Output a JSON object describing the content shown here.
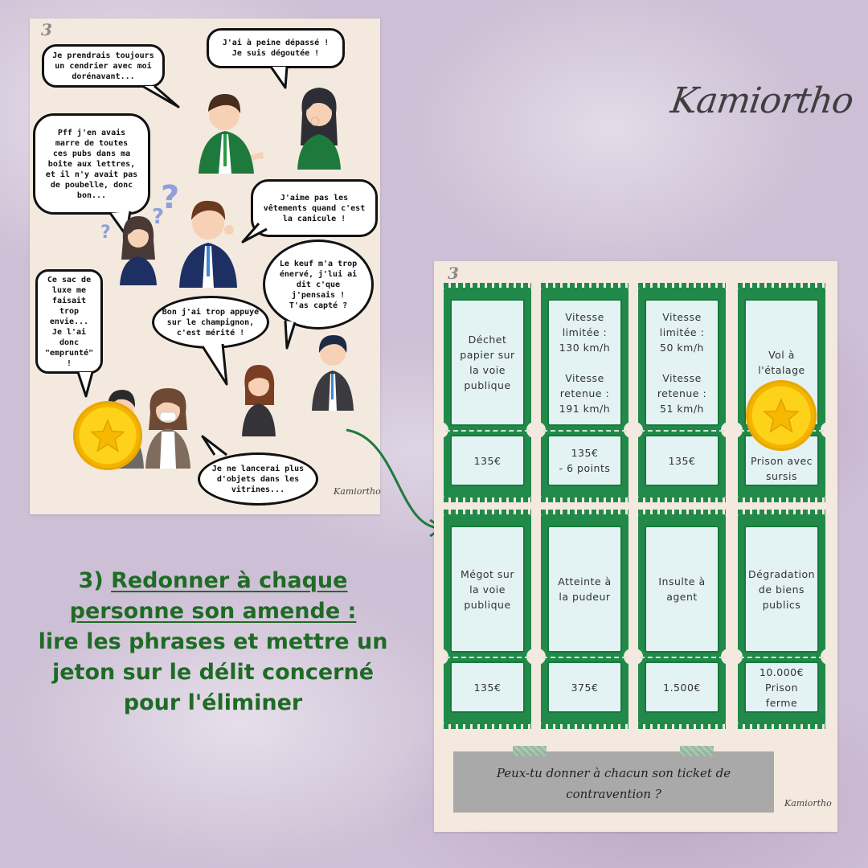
{
  "brand": "Kamiortho",
  "sheet1": {
    "page_number": "3",
    "signature": "Kamiortho",
    "bubbles": [
      {
        "id": "ashtray",
        "text": "Je prendrais toujours\nun cendrier avec moi\ndorénavant..."
      },
      {
        "id": "overtook",
        "text": "J'ai à peine dépassé !\nJe suis dégoutée !"
      },
      {
        "id": "ads",
        "text": "Pff j'en avais\nmarre de toutes\nces pubs dans ma\nboîte aux lettres,\net il n'y avait pas\nde poubelle, donc\nbon..."
      },
      {
        "id": "clothes",
        "text": "J'aime pas les\nvêtements quand c'est\nla canicule !"
      },
      {
        "id": "cop",
        "text": "Le keuf m'a trop\nénervé, j'lui ai\ndit c'que\nj'pensais !\nT'as capté ?"
      },
      {
        "id": "bag",
        "text": "Ce sac de\nluxe me\nfaisait trop\nenvie...\nJe l'ai donc\n\"emprunté\"\n!"
      },
      {
        "id": "speed",
        "text": "Bon j'ai trop appuyé\nsur le champignon,\nc'est mérité !"
      },
      {
        "id": "windows",
        "text": "Je ne lancerai plus\nd'objets dans les\nvitrines..."
      }
    ],
    "question_marks": [
      "?",
      "?",
      "?"
    ]
  },
  "caption": {
    "number": "3)",
    "underlined_line1": "Redonner à chaque",
    "underlined_line2": "personne son amende :",
    "rest": "lire les phrases et mettre un jeton sur le délit concerné pour l'éliminer"
  },
  "sheet2": {
    "page_number": "3",
    "signature": "Kamiortho",
    "tickets": [
      {
        "offense": "Déchet\npapier sur\nla voie\npublique",
        "fine": "135€"
      },
      {
        "offense": "Vitesse\nlimitée :\n130 km/h\n\nVitesse\nretenue :\n191 km/h",
        "fine": "135€\n- 6 points"
      },
      {
        "offense": "Vitesse\nlimitée :\n50 km/h\n\nVitesse\nretenue :\n51 km/h",
        "fine": "135€"
      },
      {
        "offense": "Vol à\nl'étalage",
        "fine": "...€\nPrison avec\nsursis"
      },
      {
        "offense": "Mégot sur\nla voie\npublique",
        "fine": "135€"
      },
      {
        "offense": "Atteinte à\nla pudeur",
        "fine": "375€"
      },
      {
        "offense": "Insulte à\nagent",
        "fine": "1.500€"
      },
      {
        "offense": "Dégradation\nde biens\npublics",
        "fine": "10.000€\nPrison\nferme"
      }
    ],
    "note": "Peux-tu donner à chacun son ticket de\ncontravention ?"
  },
  "colors": {
    "green_text": "#1f6b25",
    "ticket_green": "#218a4a",
    "coin": "#ffd21a",
    "paper": "#f3e9df"
  },
  "icons": [
    "coin-star-icon",
    "arrow-icon"
  ]
}
